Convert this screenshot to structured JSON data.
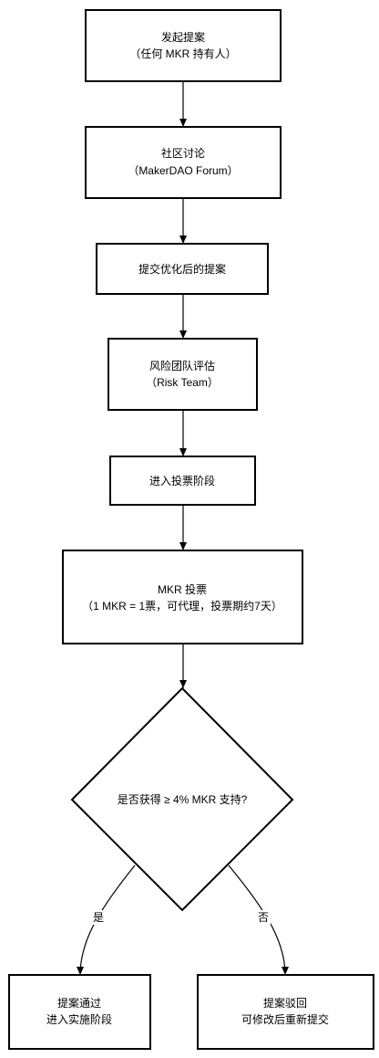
{
  "diagram": {
    "colors": {
      "stroke": "#000000",
      "fill": "#ffffff",
      "text": "#000000"
    },
    "nodes": {
      "propose": {
        "line1": "发起提案",
        "line2": "（任何 MKR 持有人）"
      },
      "discuss": {
        "line1": "社区讨论",
        "line2": "（MakerDAO Forum）"
      },
      "submit": {
        "line1": "提交优化后的提案"
      },
      "risk": {
        "line1": "风险团队评估",
        "line2": "（Risk Team）"
      },
      "voting_phase": {
        "line1": "进入投票阶段"
      },
      "vote": {
        "line1": "MKR 投票",
        "line2": "（1 MKR = 1票，可代理，投票期约7天）"
      },
      "decision": {
        "line1": "是否获得 ≥ 4% MKR 支持?"
      },
      "passed": {
        "line1": "提案通过",
        "line2": "进入实施阶段"
      },
      "rejected": {
        "line1": "提案驳回",
        "line2": "可修改后重新提交"
      }
    },
    "edges": {
      "yes_label": "是",
      "no_label": "否"
    }
  }
}
